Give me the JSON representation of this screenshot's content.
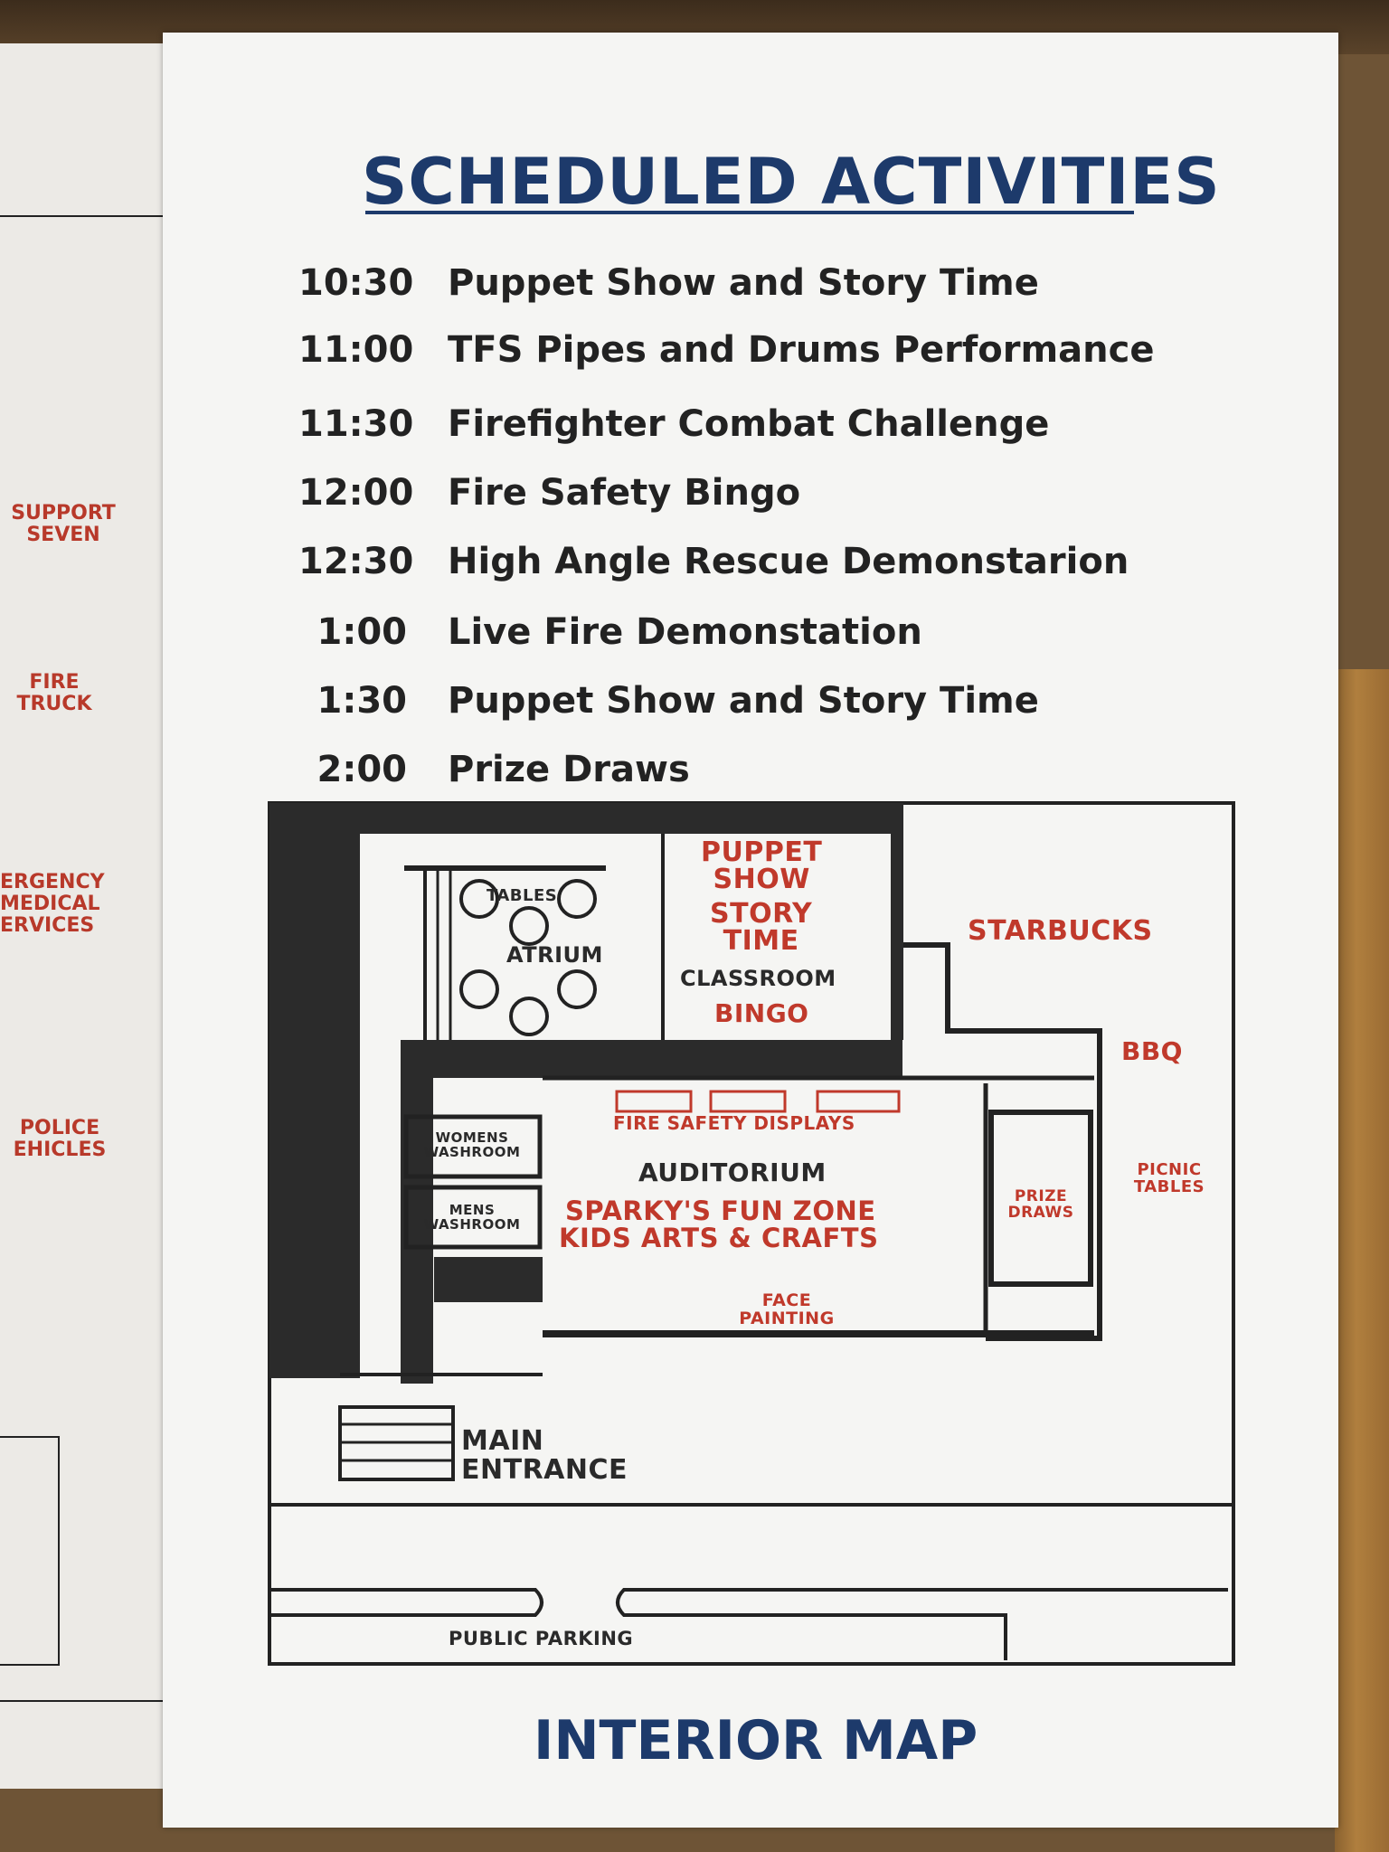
{
  "left_panel": {
    "labels": [
      {
        "id": "support",
        "lines": [
          "SUPPORT",
          "SEVEN"
        ]
      },
      {
        "id": "fire",
        "lines": [
          "FIRE",
          "TRUCK"
        ]
      },
      {
        "id": "ems",
        "lines": [
          "ERGENCY",
          "MEDICAL",
          "ERVICES"
        ]
      },
      {
        "id": "police",
        "lines": [
          "POLICE",
          "EHICLES"
        ]
      }
    ]
  },
  "schedule": {
    "title": "SCHEDULED ACTIVITIES",
    "items": [
      {
        "time": "10:30",
        "activity": "Puppet Show and Story Time"
      },
      {
        "time": "11:00",
        "activity": "TFS Pipes and Drums Performance"
      },
      {
        "time": "11:30",
        "activity": "Firefighter Combat Challenge"
      },
      {
        "time": "12:00",
        "activity": "Fire Safety Bingo"
      },
      {
        "time": "12:30",
        "activity": "High Angle Rescue Demonstarion"
      },
      {
        "time": "1:00",
        "activity": "Live Fire Demonstation"
      },
      {
        "time": "1:30",
        "activity": "Puppet Show and Story Time"
      },
      {
        "time": "2:00",
        "activity": "Prize Draws"
      }
    ]
  },
  "map": {
    "tables": "TABLES",
    "atrium": "ATRIUM",
    "puppet_show_1": "PUPPET",
    "puppet_show_2": "SHOW",
    "story_time_1": "STORY",
    "story_time_2": "TIME",
    "classroom": "CLASSROOM",
    "bingo": "BINGO",
    "starbucks": "STARBUCKS",
    "bbq": "BBQ",
    "fire_safety_displays": "FIRE SAFETY DISPLAYS",
    "womens_1": "WOMENS",
    "womens_2": "WASHROOM",
    "mens_1": "MENS",
    "mens_2": "WASHROOM",
    "auditorium": "AUDITORIUM",
    "sparky": "SPARKY'S FUN ZONE",
    "kids_arts": "KIDS ARTS & CRAFTS",
    "prize_1": "PRIZE",
    "prize_2": "DRAWS",
    "picnic_1": "PICNIC",
    "picnic_2": "TABLES",
    "face_1": "FACE",
    "face_2": "PAINTING",
    "main_1": "MAIN",
    "main_2": "ENTRANCE",
    "public_parking": "PUBLIC PARKING"
  },
  "footer": {
    "title": "INTERIOR MAP"
  }
}
